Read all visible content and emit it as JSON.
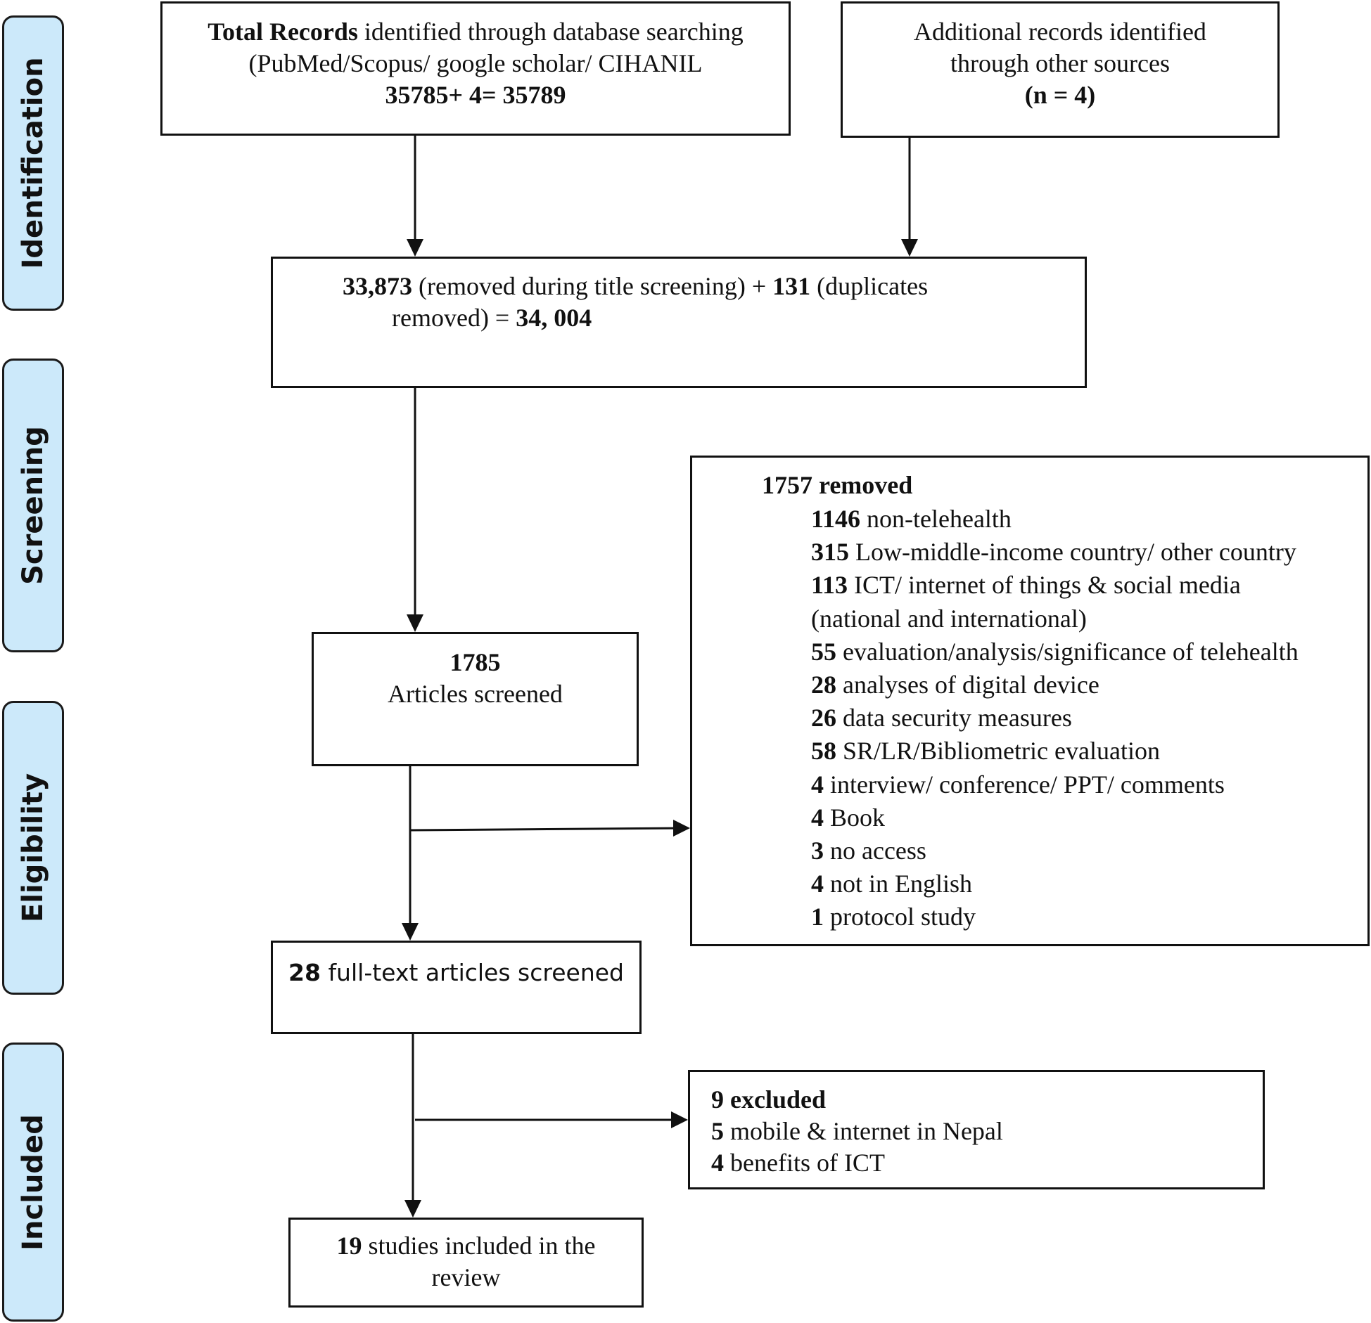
{
  "phases": [
    "Identification",
    "Screening",
    "Eligibility",
    "Included"
  ],
  "identification": {
    "db_box": {
      "line1_bold": "Total Records",
      "line1_rest": " identified through database searching",
      "line2": "(PubMed/Scopus/ google scholar/ CIHANIL",
      "line3_bold": "35785+ 4= 35789"
    },
    "other_box": {
      "line1": "Additional records identified",
      "line2": "through other sources",
      "line3_bold": "(n = 4)"
    }
  },
  "removed_box": {
    "n1": "33,873",
    "t1": " (removed during title screening) + ",
    "n2": "131",
    "t2": " (duplicates",
    "t3": "removed) = ",
    "n3": "34, 004"
  },
  "screened_box": {
    "count": "1785",
    "label": "Articles screened"
  },
  "exclusion_box": {
    "header": "1757 removed",
    "items": [
      {
        "n": "1146",
        "t": " non-telehealth"
      },
      {
        "n": "315",
        "t": " Low-middle-income country/ other country"
      },
      {
        "n": "113",
        "t": " ICT/ internet of things & social media"
      },
      {
        "n": "",
        "t": "(national and international)"
      },
      {
        "n": "55",
        "t": " evaluation/analysis/significance of telehealth"
      },
      {
        "n": "28",
        "t": " analyses of digital device"
      },
      {
        "n": "26",
        "t": " data security measures"
      },
      {
        "n": "58",
        "t": " SR/LR/Bibliometric evaluation"
      },
      {
        "n": "4",
        "t": " interview/ conference/ PPT/ comments"
      },
      {
        "n": "4",
        "t": " Book"
      },
      {
        "n": "3",
        "t": " no access"
      },
      {
        "n": "4",
        "t": " not in English"
      },
      {
        "n": "1",
        "t": " protocol study"
      }
    ]
  },
  "fulltext_box": {
    "n": "28",
    "t": " full-text articles screened"
  },
  "excluded_box": {
    "header": "9 excluded",
    "items": [
      {
        "n": "5",
        "t": " mobile & internet in Nepal"
      },
      {
        "n": "4",
        "t": " benefits of ICT"
      }
    ]
  },
  "included_box": {
    "n": "19",
    "t": " studies included in the",
    "t2": "review"
  }
}
